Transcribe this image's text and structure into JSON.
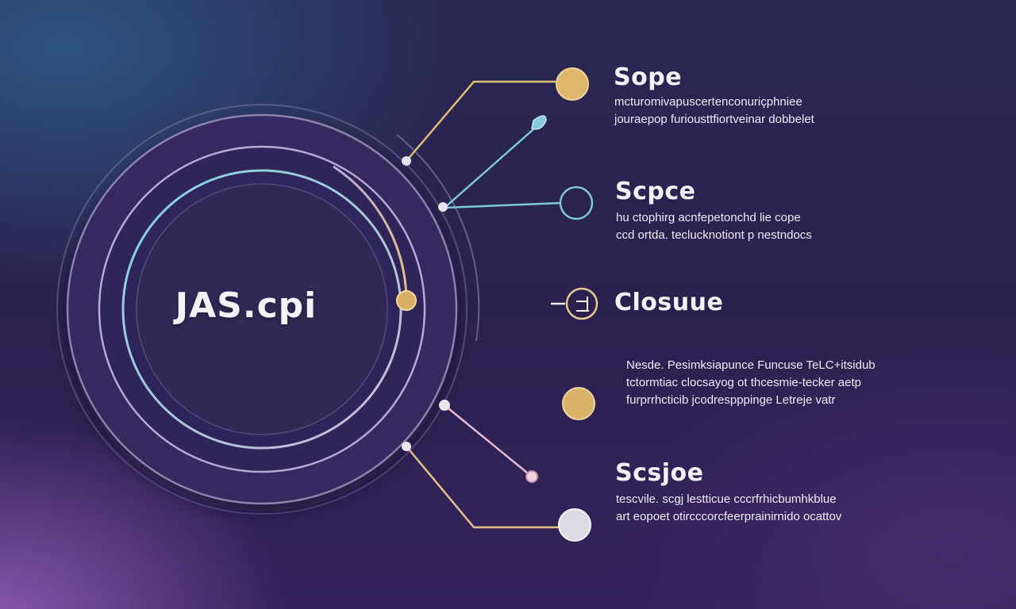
{
  "center": {
    "title": "JAS.cpi"
  },
  "nodes": [
    {
      "heading": "Sope",
      "lines": [
        "mcturomivapuscertenconuriçphniee",
        "jouraepop furiousttfiortveinar dobbelet"
      ]
    },
    {
      "heading": "Scpce",
      "lines": [
        "hu ctophirg acnfepetonchd lie cope",
        "ccd ortda. teclucknotiont p nestndocs"
      ]
    },
    {
      "heading": "Closuue",
      "lines": []
    },
    {
      "heading": "",
      "lines": [
        "Nesde. Pesimksiapunce Funcuse TeLC+itsidub",
        "tctormtiac clocsayog ot thcesmie-tecker aetp",
        "furprrhcticib jcodrespppinge Letreje vatr"
      ]
    },
    {
      "heading": "Scsjoe",
      "lines": [
        "tescvile. scgj lestticue cccrfrhicbumhkblue",
        "art eopoet otircccorcfeerprainirnido ocattov"
      ]
    }
  ],
  "colors": {
    "gold": "#e3b56a",
    "cyan": "#7cc6d9",
    "pink": "#e7b9d0",
    "silver": "#dddde6",
    "ring": "#9b92b8"
  }
}
